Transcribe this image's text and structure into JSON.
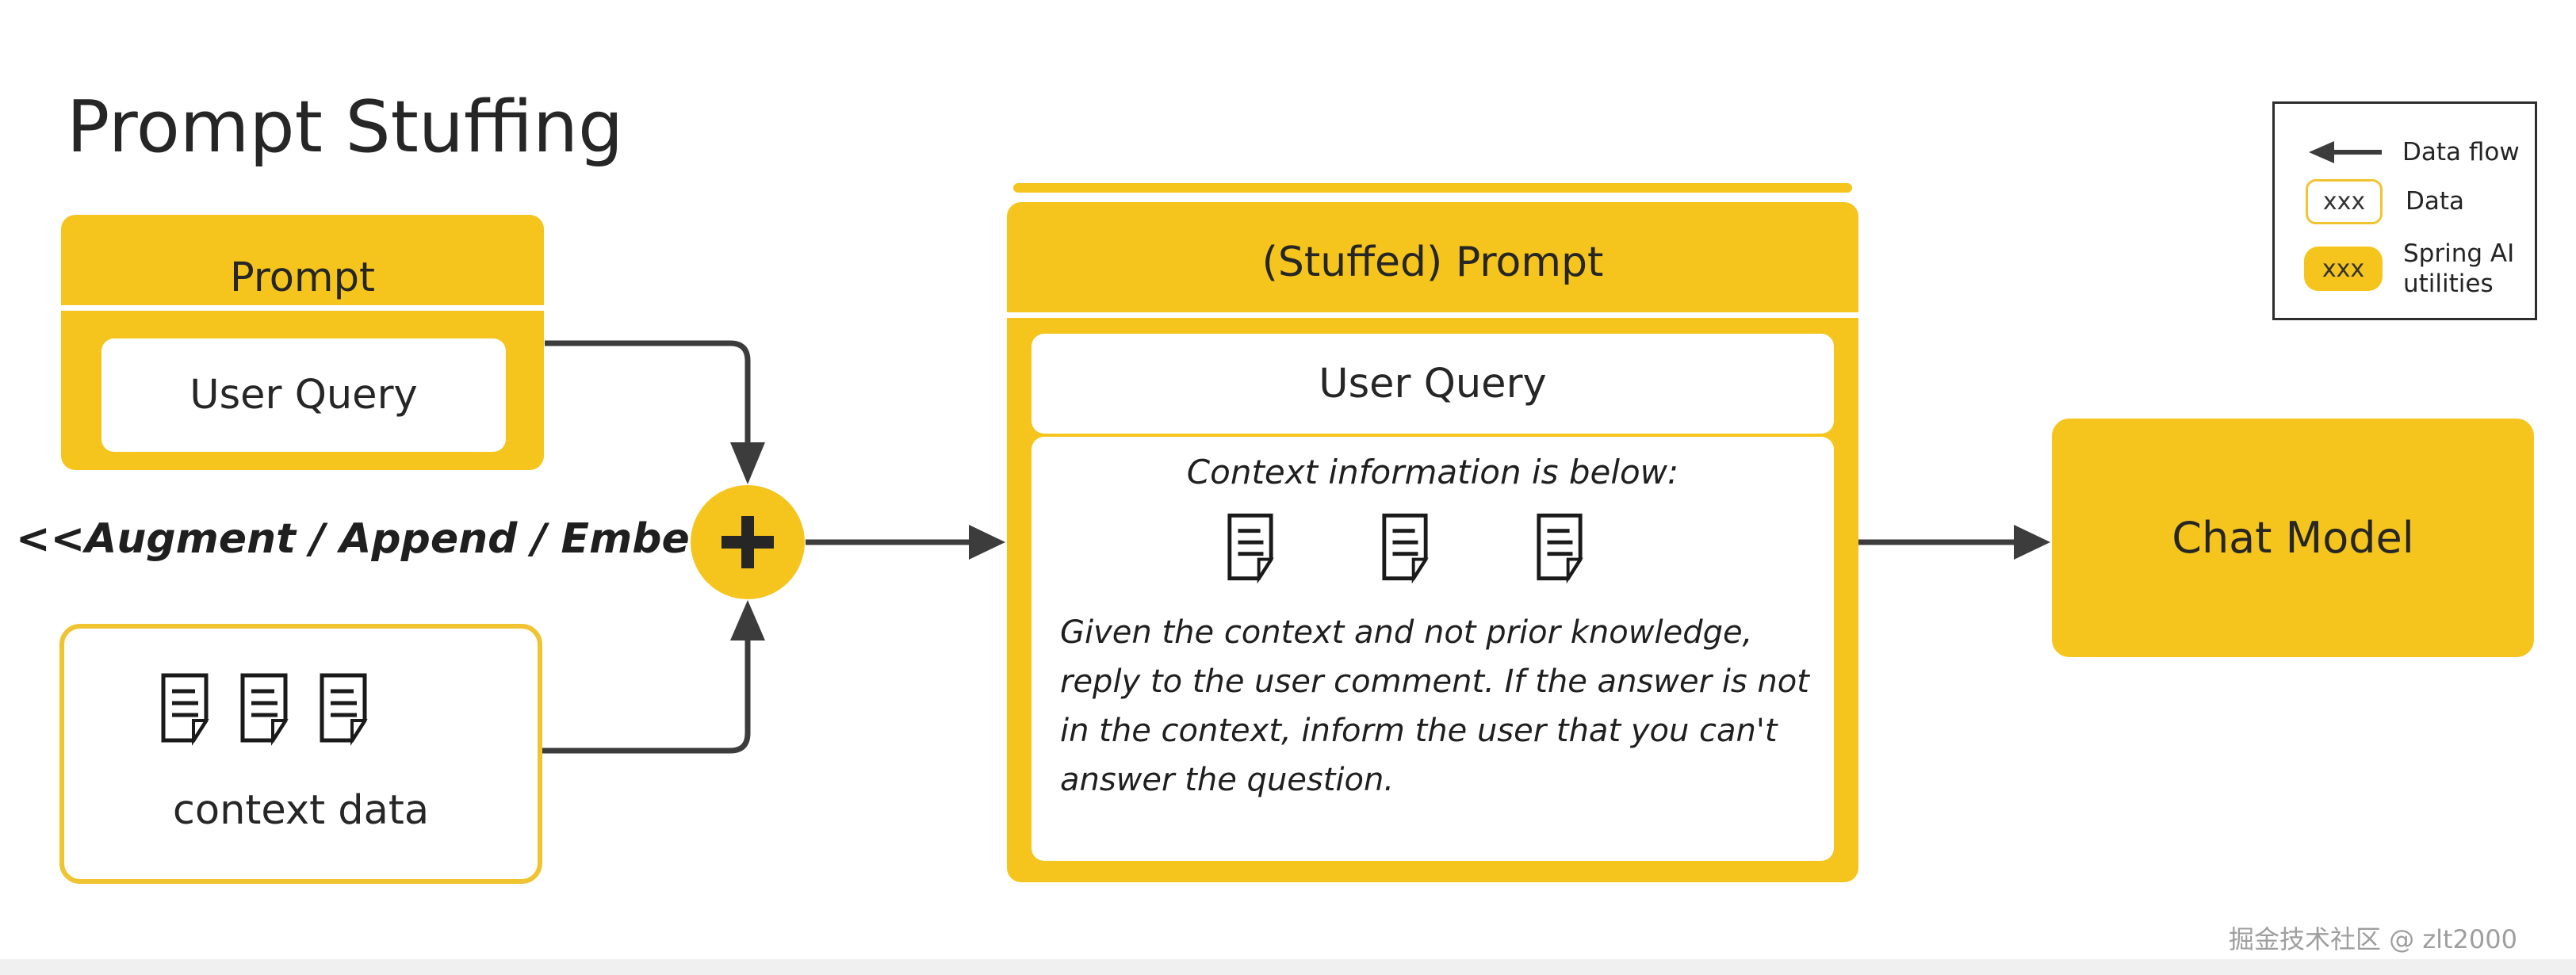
{
  "title": "Prompt Stuffing",
  "colors": {
    "yellow": "#F5C51D",
    "arrow_gray": "#3c3c3c",
    "text_dark": "#262626",
    "watermark_gray": "#9e9e9e",
    "footer_strip": "#f0f0f1"
  },
  "prompt_box": {
    "title": "Prompt",
    "user_query_label": "User Query"
  },
  "operation_label": "<<Augment / Append / Embed>>",
  "context_box": {
    "label": "context data",
    "document_count": 3
  },
  "stuffed_prompt_box": {
    "title": "(Stuffed) Prompt",
    "user_query_label": "User Query",
    "context_section": {
      "heading": "Context information is below:",
      "document_count": 3,
      "instruction": "Given the context and not prior knowledge, reply to the user comment. If the answer is not in the context, inform the user that you can't answer the question."
    }
  },
  "chat_model_box": {
    "label": "Chat Model"
  },
  "legend": {
    "items": [
      {
        "icon": "arrow-left-icon",
        "label": "Data flow"
      },
      {
        "icon": "data-chip",
        "chip_text": "xxx",
        "label": "Data"
      },
      {
        "icon": "spring-ai-chip",
        "chip_text": "xxx",
        "label": "Spring AI utilities"
      }
    ]
  },
  "watermark": "掘金技术社区 @ zlt2000"
}
